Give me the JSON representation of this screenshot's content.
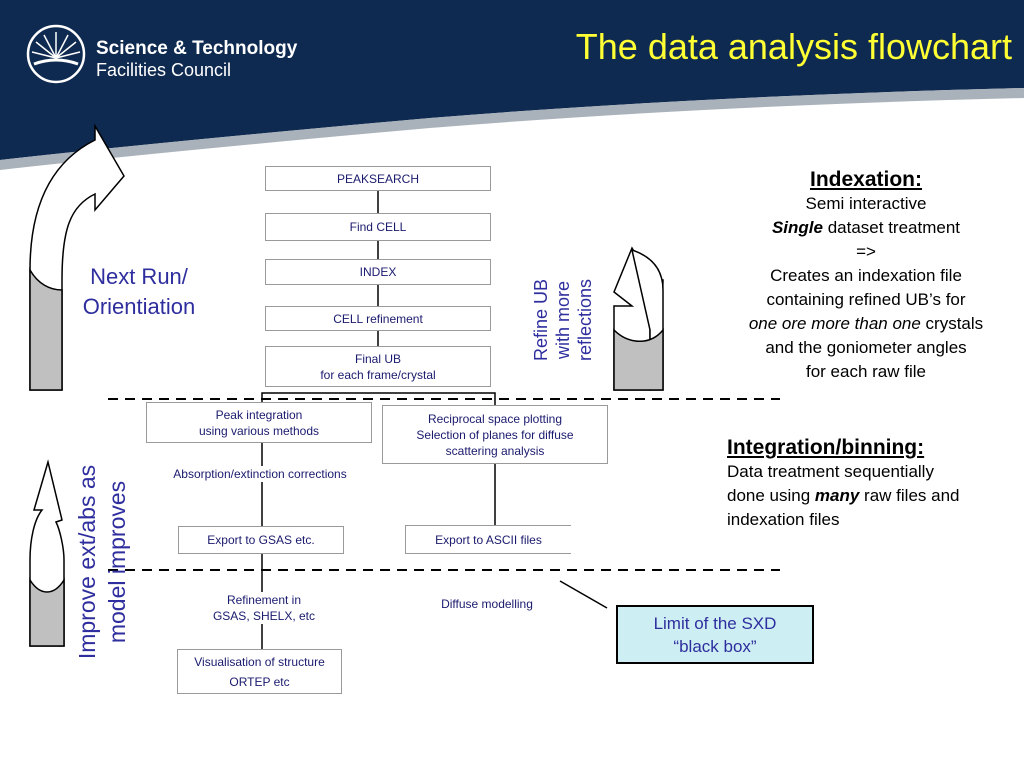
{
  "header": {
    "org_line1": "Science & Technology",
    "org_line2": "Facilities Council",
    "title": "The data analysis flowchart"
  },
  "flow": {
    "peaksearch": "PEAKSEARCH",
    "find_cell": "Find CELL",
    "index": "INDEX",
    "cell_refinement": "CELL refinement",
    "final_ub_1": "Final UB",
    "final_ub_2": "for each frame/crystal",
    "peak_int_1": "Peak integration",
    "peak_int_2": "using various methods",
    "absorption": "Absorption/extinction corrections",
    "export_gsas": "Export to GSAS etc.",
    "refinement_1": "Refinement in",
    "refinement_2": "GSAS, SHELX, etc",
    "visual_1": "Visualisation of structure",
    "visual_2": "ORTEP etc",
    "recip_1": "Reciprocal space plotting",
    "recip_2": "Selection of planes for diffuse",
    "recip_3": "scattering analysis",
    "export_ascii": "Export to ASCII files",
    "diffuse": "Diffuse modelling"
  },
  "side": {
    "next_run_1": "Next Run/",
    "next_run_2": "Orientiation",
    "refine_ub_1": "Refine UB",
    "refine_ub_2": "with more",
    "refine_ub_3": "reflections",
    "improve_1": "Improve ext/abs as",
    "improve_2": "model improves"
  },
  "indexation": {
    "heading": "Indexation:",
    "l1": "Semi interactive",
    "l2a": "Single",
    "l2b": " dataset treatment",
    "l3": "=>",
    "l4": "Creates an indexation file",
    "l5": "containing refined UB’s for",
    "l6a": "one ore more than one",
    "l6b": " crystals",
    "l7": "and  the goniometer angles",
    "l8": "for each raw file"
  },
  "integration": {
    "heading": "Integration/binning:",
    "l1": "Data treatment sequentially",
    "l2a": "done using ",
    "l2b": "many",
    "l2c": " raw files and",
    "l3": "indexation files"
  },
  "limit": {
    "l1": "Limit of the SXD",
    "l2": "“black box”"
  },
  "colors": {
    "header_bg": "#0f2a50",
    "title": "#ffff33",
    "label_blue": "#2e2e9e",
    "limit_bg": "#cdeef2"
  }
}
